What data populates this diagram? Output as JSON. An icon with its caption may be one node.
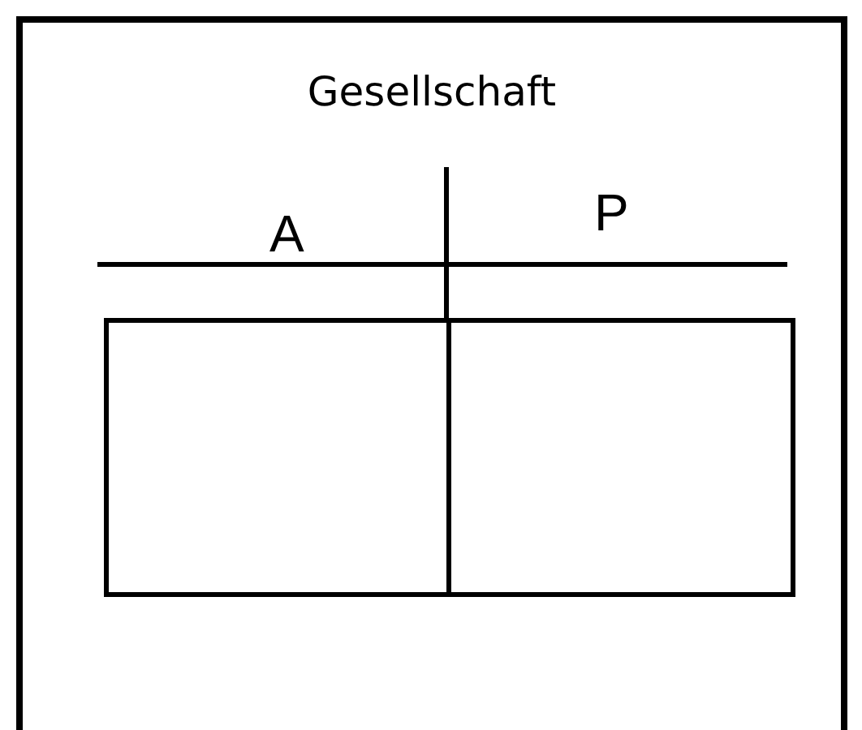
{
  "diagram": {
    "nodes": [
      {
        "text": [
          "Gesellschaft"
        ]
      },
      {
        "text": [],
        "shape": "box",
        "in": 0
      },
      {
        "text": [],
        "shape": "box",
        "in": 0
      }
    ],
    "labels": [
      "A",
      "P"
    ]
  }
}
